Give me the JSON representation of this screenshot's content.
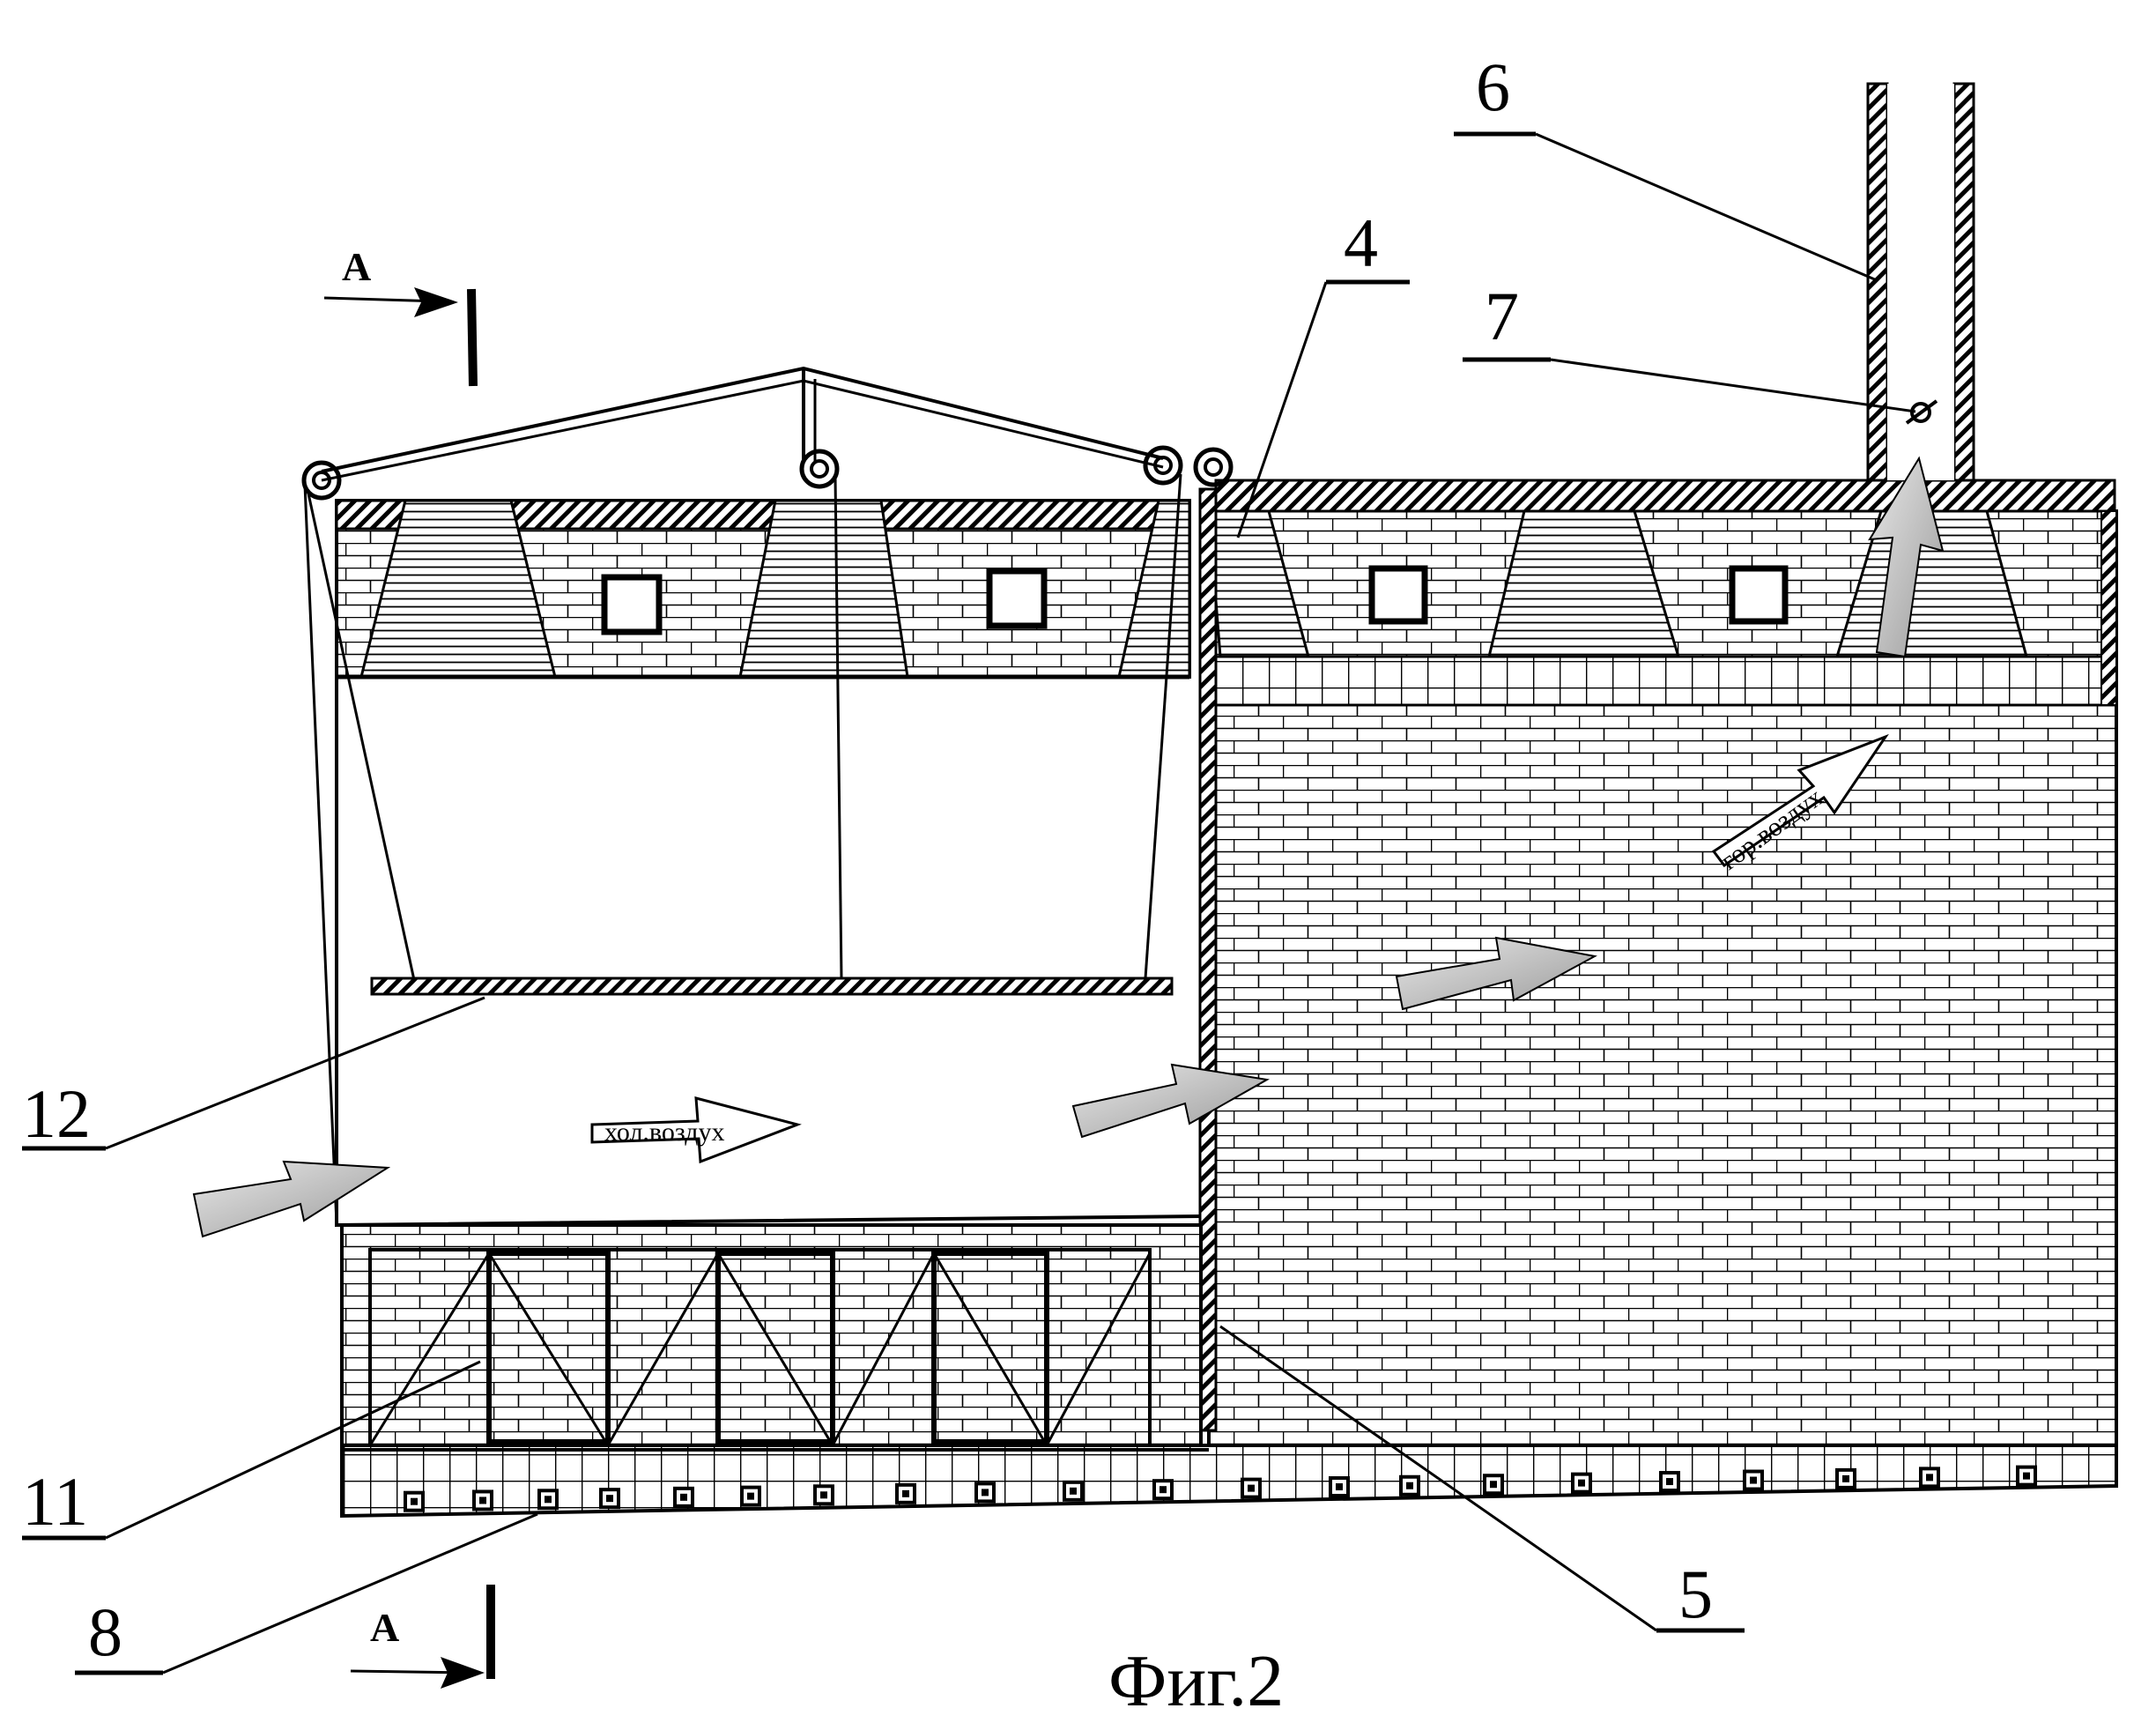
{
  "caption": "Фиг.2",
  "section_marker": "А",
  "labels": {
    "l4": "4",
    "l5": "5",
    "l6": "6",
    "l7": "7",
    "l8": "8",
    "l11": "11",
    "l12": "12"
  },
  "air": {
    "cold": "хол.воздух",
    "hot": "гор.воздух"
  }
}
